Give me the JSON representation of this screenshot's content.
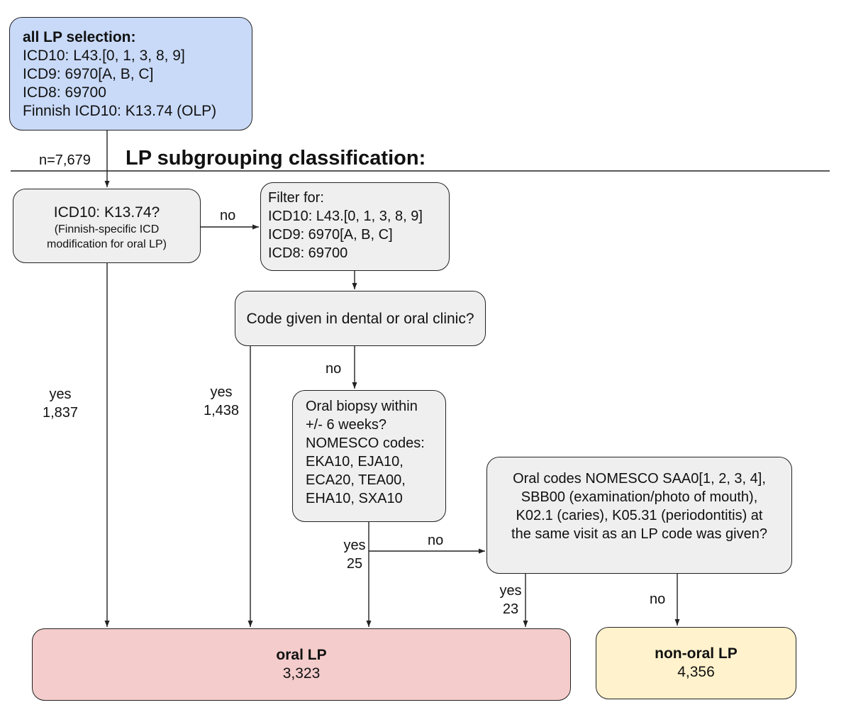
{
  "start_box": {
    "title": "all LP selection:",
    "lines": [
      "ICD10: L43.[0, 1, 3, 8, 9]",
      "ICD9: 6970[A, B, C]",
      "ICD8: 69700",
      "Finnish ICD10: K13.74 (OLP)"
    ]
  },
  "start_count": "n=7,679",
  "section_title": "LP subgrouping classification:",
  "q1_box": {
    "main": "ICD10: K13.74?",
    "sub": [
      "(Finnish-specific ICD",
      "modification for oral LP)"
    ]
  },
  "q1_no": "no",
  "filter_box": {
    "lines": [
      "Filter for:",
      "ICD10: L43.[0, 1, 3, 8, 9]",
      "ICD9: 6970[A, B, C]",
      "ICD8: 69700"
    ]
  },
  "q2_box": {
    "text": "Code given in dental or oral clinic?"
  },
  "q2_no": "no",
  "q1_yes": {
    "label": "yes",
    "count": "1,837"
  },
  "q2_yes": {
    "label": "yes",
    "count": "1,438"
  },
  "q3_box": {
    "lines": [
      "Oral biopsy within",
      "+/- 6 weeks?",
      "NOMESCO codes:",
      "EKA10, EJA10,",
      "ECA20, TEA00,",
      "EHA10, SXA10"
    ]
  },
  "q3_yes": {
    "label": "yes",
    "count": "25"
  },
  "q3_no": "no",
  "q4_box": {
    "lines": [
      "Oral codes NOMESCO SAA0[1, 2, 3, 4],",
      "SBB00 (examination/photo of mouth),",
      "K02.1 (caries), K05.31 (periodontitis) at",
      "the same visit as an LP code was given?"
    ]
  },
  "q4_yes": {
    "label": "yes",
    "count": "23"
  },
  "q4_no": "no",
  "oral_box": {
    "title": "oral LP",
    "count": "3,323"
  },
  "nonoral_box": {
    "title": "non-oral LP",
    "count": "4,356"
  }
}
